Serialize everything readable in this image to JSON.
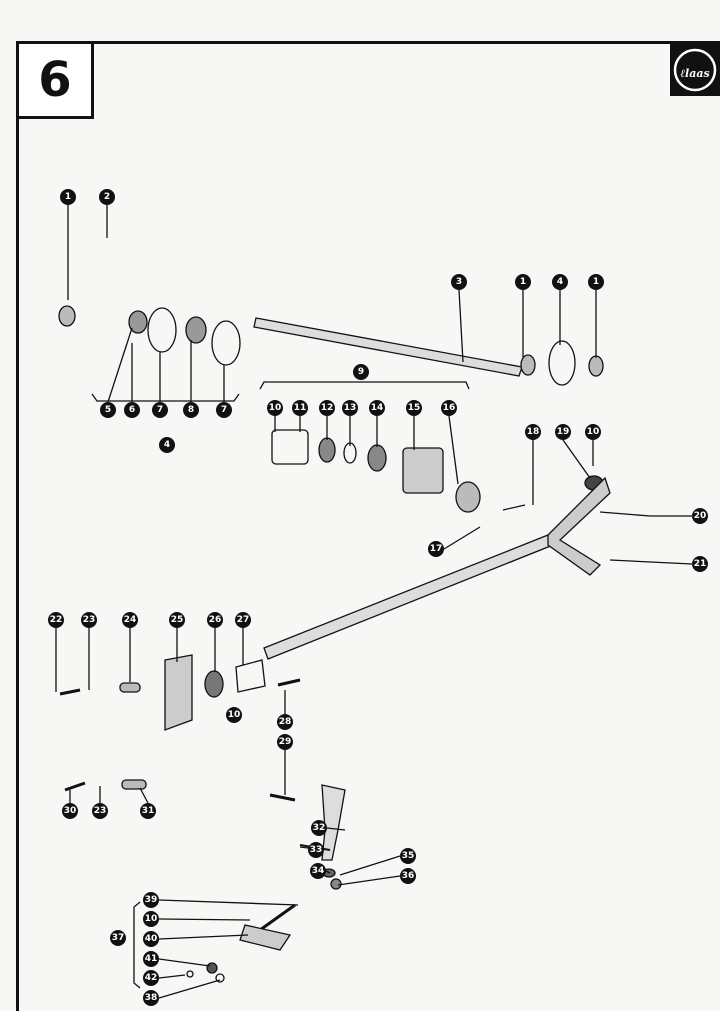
{
  "page": {
    "number": "6"
  },
  "logo": {
    "text": "Claas"
  },
  "callouts": [
    "1",
    "2",
    "3",
    "1",
    "4",
    "1",
    "5",
    "6",
    "7",
    "8",
    "7",
    "4",
    "9",
    "10",
    "11",
    "12",
    "13",
    "14",
    "15",
    "16",
    "18",
    "19",
    "10",
    "20",
    "21",
    "17",
    "22",
    "23",
    "24",
    "25",
    "26",
    "27",
    "10",
    "28",
    "29",
    "30",
    "23",
    "31",
    "32",
    "33",
    "34",
    "35",
    "36",
    "39",
    "10",
    "37",
    "40",
    "41",
    "42",
    "38"
  ]
}
